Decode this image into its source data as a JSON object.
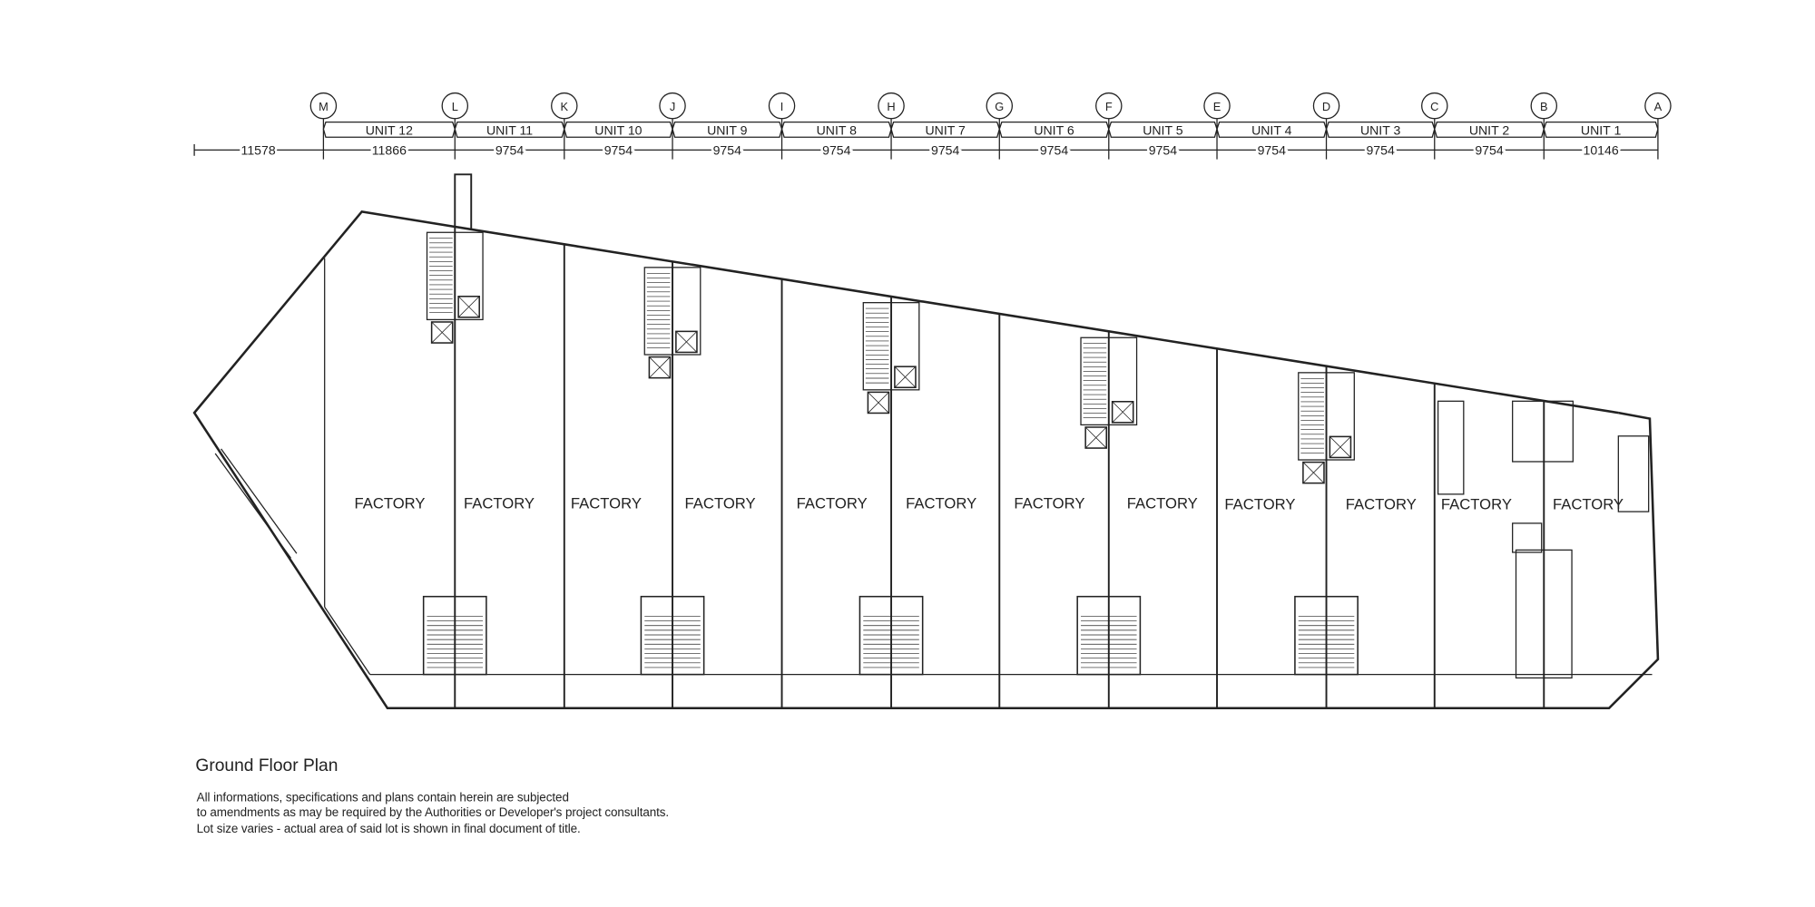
{
  "plan": {
    "title": "Ground Floor Plan",
    "notes": [
      "All informations, specifications and plans contain herein are subjected",
      "to amendments as may be required by the Authorities or Developer's project consultants.",
      "Lot size varies - actual area of said lot is shown in final document of title."
    ],
    "grid_labels": [
      "M",
      "L",
      "K",
      "J",
      "I",
      "H",
      "G",
      "F",
      "E",
      "D",
      "C",
      "B",
      "A"
    ],
    "units": [
      "UNIT 12",
      "UNIT 11",
      "UNIT 10",
      "UNIT 9",
      "UNIT 8",
      "UNIT 7",
      "UNIT 6",
      "UNIT 5",
      "UNIT 4",
      "UNIT 3",
      "UNIT 2",
      "UNIT 1"
    ],
    "left_dimension": "11578",
    "dimensions": [
      "11866",
      "9754",
      "9754",
      "9754",
      "9754",
      "9754",
      "9754",
      "9754",
      "9754",
      "9754",
      "9754",
      "10146"
    ],
    "room_label": "FACTORY",
    "rooms": [
      "FACTORY",
      "FACTORY",
      "FACTORY",
      "FACTORY",
      "FACTORY",
      "FACTORY",
      "FACTORY",
      "FACTORY",
      "FACTORY",
      "FACTORY",
      "FACTORY",
      "FACTORY"
    ]
  }
}
